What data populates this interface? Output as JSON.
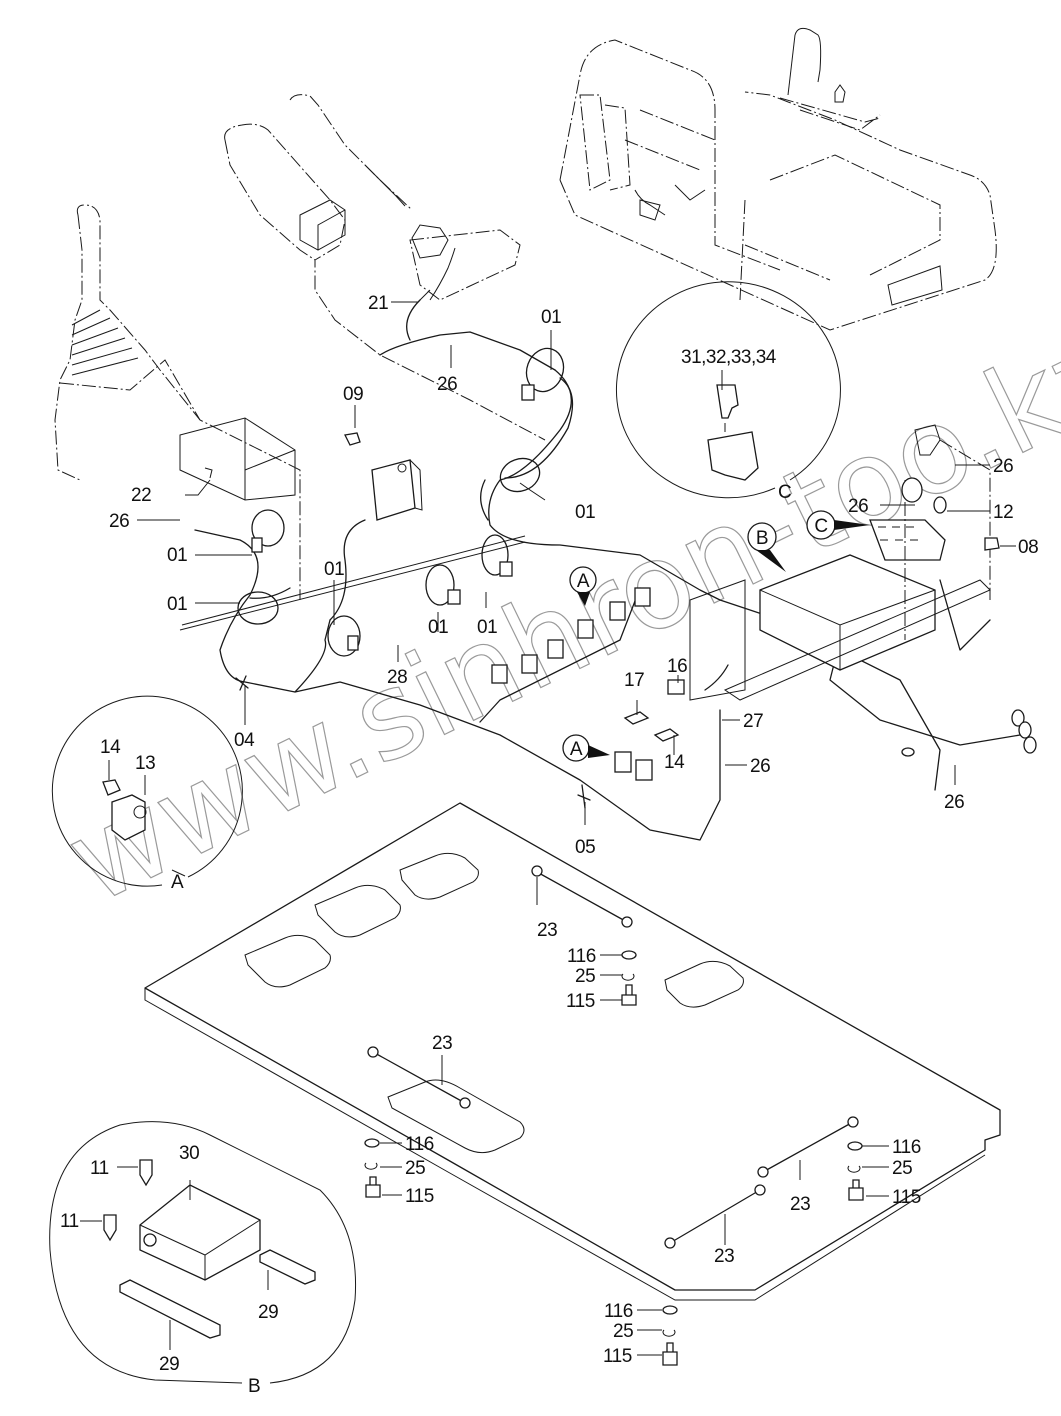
{
  "diagram": {
    "type": "exploded-parts-diagram",
    "subject": "Excavator cab electrical harness, controllers and floor plate",
    "watermark": "www.sinhron-too.kz",
    "part_labels": [
      {
        "id": "21",
        "text": "21"
      },
      {
        "id": "01a",
        "text": "01"
      },
      {
        "id": "26a",
        "text": "26"
      },
      {
        "id": "09",
        "text": "09"
      },
      {
        "id": "22",
        "text": "22"
      },
      {
        "id": "26b",
        "text": "26"
      },
      {
        "id": "01b",
        "text": "01"
      },
      {
        "id": "01c",
        "text": "01"
      },
      {
        "id": "01d",
        "text": "01"
      },
      {
        "id": "01e",
        "text": "01"
      },
      {
        "id": "01f",
        "text": "01"
      },
      {
        "id": "01g",
        "text": "01"
      },
      {
        "id": "01h",
        "text": "01"
      },
      {
        "id": "28",
        "text": "28"
      },
      {
        "id": "04",
        "text": "04"
      },
      {
        "id": "31-34",
        "text": "31,32,33,34"
      },
      {
        "id": "26c",
        "text": "26"
      },
      {
        "id": "26d",
        "text": "26"
      },
      {
        "id": "12",
        "text": "12"
      },
      {
        "id": "08",
        "text": "08"
      },
      {
        "id": "16",
        "text": "16"
      },
      {
        "id": "17",
        "text": "17"
      },
      {
        "id": "27",
        "text": "27"
      },
      {
        "id": "26e",
        "text": "26"
      },
      {
        "id": "14a",
        "text": "14"
      },
      {
        "id": "26f",
        "text": "26"
      },
      {
        "id": "05",
        "text": "05"
      },
      {
        "id": "14b",
        "text": "14"
      },
      {
        "id": "13",
        "text": "13"
      },
      {
        "id": "23a",
        "text": "23"
      },
      {
        "id": "116a",
        "text": "116"
      },
      {
        "id": "25a",
        "text": "25"
      },
      {
        "id": "115a",
        "text": "115"
      },
      {
        "id": "23b",
        "text": "23"
      },
      {
        "id": "116b",
        "text": "116"
      },
      {
        "id": "25b",
        "text": "25"
      },
      {
        "id": "115b",
        "text": "115"
      },
      {
        "id": "116c",
        "text": "116"
      },
      {
        "id": "25c",
        "text": "25"
      },
      {
        "id": "115c",
        "text": "115"
      },
      {
        "id": "23c",
        "text": "23"
      },
      {
        "id": "23d",
        "text": "23"
      },
      {
        "id": "116d",
        "text": "116"
      },
      {
        "id": "25d",
        "text": "25"
      },
      {
        "id": "115d",
        "text": "115"
      },
      {
        "id": "30",
        "text": "30"
      },
      {
        "id": "11a",
        "text": "11"
      },
      {
        "id": "11b",
        "text": "11"
      },
      {
        "id": "29a",
        "text": "29"
      },
      {
        "id": "29b",
        "text": "29"
      }
    ],
    "detail_callouts": [
      {
        "id": "A",
        "text": "A"
      },
      {
        "id": "B",
        "text": "B"
      },
      {
        "id": "C",
        "text": "C"
      }
    ],
    "detail_views": [
      {
        "id": "A",
        "caption": "A",
        "parts": [
          "14",
          "13"
        ]
      },
      {
        "id": "B",
        "caption": "B",
        "parts": [
          "11",
          "30",
          "29"
        ]
      },
      {
        "id": "C",
        "caption": "C",
        "parts": [
          "31",
          "32",
          "33",
          "34"
        ]
      }
    ]
  }
}
